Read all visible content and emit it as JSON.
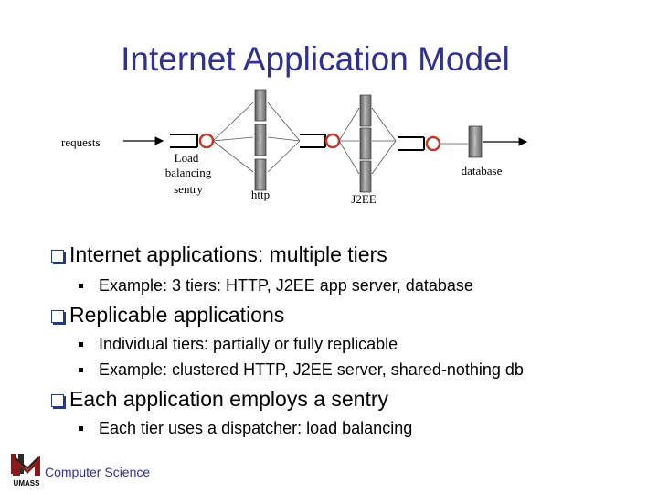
{
  "slide": {
    "title": "Internet Application Model"
  },
  "diagram": {
    "requests_label": "requests",
    "sentry_lines": [
      "Load",
      "balancing",
      "sentry"
    ],
    "tier_http_label": "http",
    "tier_j2ee_label": "J2EE",
    "tier_database_label": "database"
  },
  "bullets": [
    {
      "text": "Internet applications: multiple tiers",
      "sub": [
        "Example: 3 tiers: HTTP, J2EE app server, database"
      ]
    },
    {
      "text": "Replicable applications",
      "sub": [
        "Individual tiers: partially or fully replicable",
        "Example: clustered HTTP, J2EE server, shared-nothing db"
      ]
    },
    {
      "text": "Each application employs a sentry",
      "sub": [
        "Each tier uses a dispatcher: load balancing"
      ]
    }
  ],
  "footer": {
    "department": "Computer Science",
    "logo_text": "UMASS"
  },
  "colors": {
    "title": "#2e3192",
    "bullet_marker": "#1f3a8a",
    "dispatcher_ring": "#c0392b",
    "server": "#8a8a8a"
  }
}
